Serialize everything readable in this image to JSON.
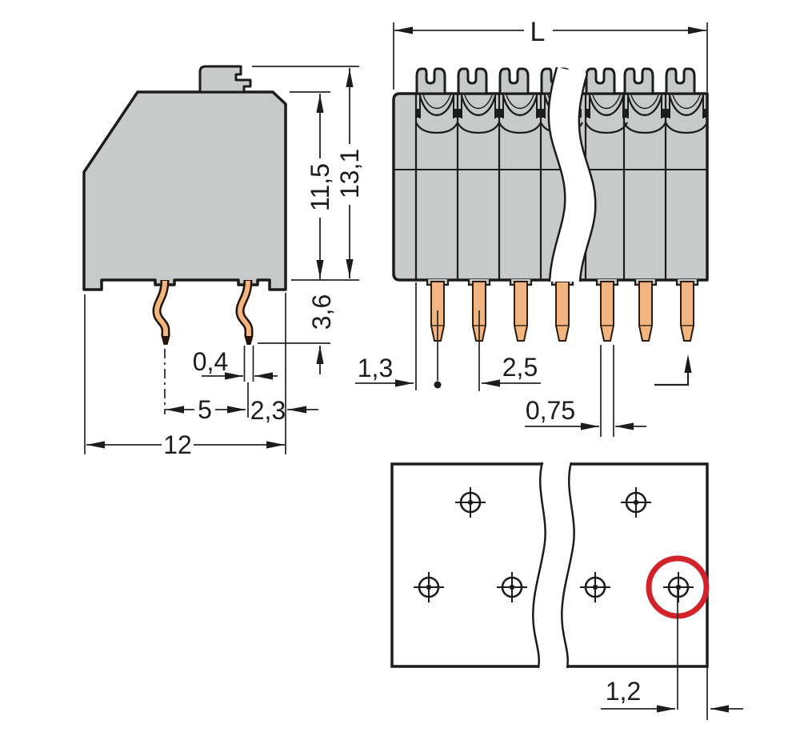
{
  "dims": {
    "side": {
      "body_height": "11,5",
      "total_height": "13,1",
      "pin_protrusion": "3,6",
      "pin_thickness": "0,4",
      "pin_row_spacing": "5",
      "pin_to_edge": "2,3",
      "depth": "12"
    },
    "front": {
      "total_length": "L",
      "first_pin_offset": "1,3",
      "pole_pitch": "2,5",
      "pin_width": "0,75"
    },
    "plan": {
      "hole_edge_distance": "1,2"
    }
  },
  "colors": {
    "housing_gray": "#c7cacb",
    "line_black": "#1c1c1c",
    "pin_copper": "#f2b480",
    "highlight_red": "#d3232a",
    "background": "#ffffff"
  }
}
